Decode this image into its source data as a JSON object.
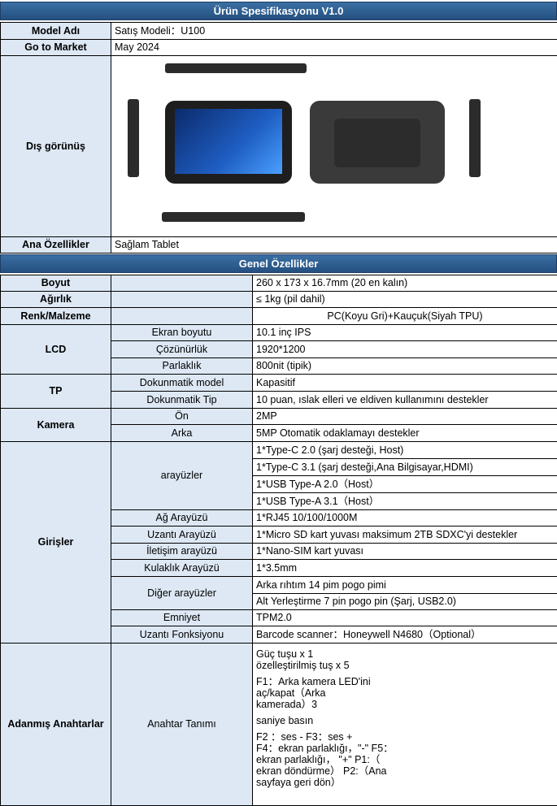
{
  "header": {
    "title": "Ürün Spesifikasyonu V1.0"
  },
  "top_rows": [
    {
      "label": "Model Adı",
      "value": "Satış Modeli：U100"
    },
    {
      "label": "Go to Market",
      "value": "May 2024"
    }
  ],
  "appearance": {
    "label": "Dış görünüş"
  },
  "main_features": {
    "label": "Ana Özellikler",
    "value": "Sağlam Tablet"
  },
  "general": {
    "title": "Genel Özellikler"
  },
  "rows": {
    "size": {
      "label": "Boyut",
      "value": "260 x 173 x 16.7mm (20 en kalın)"
    },
    "weight": {
      "label": "Ağırlık",
      "value": "≤ 1kg (pil dahil)"
    },
    "color": {
      "label": "Renk/Malzeme",
      "value": "PC(Koyu Gri)+Kauçuk(Siyah TPU)"
    },
    "lcd": {
      "label": "LCD",
      "items": [
        {
          "sub": "Ekran boyutu",
          "value": "10.1 inç IPS"
        },
        {
          "sub": "Çözünürlük",
          "value": "1920*1200"
        },
        {
          "sub": "Parlaklık",
          "value": "800nit (tipik)"
        }
      ]
    },
    "tp": {
      "label": "TP",
      "items": [
        {
          "sub": "Dokunmatik model",
          "value": "Kapasitif"
        },
        {
          "sub": "Dokunmatik Tip",
          "value": "10 puan, ıslak elleri ve eldiven kullanımını destekler"
        }
      ]
    },
    "camera": {
      "label": "Kamera",
      "items": [
        {
          "sub": "Ön",
          "value": "2MP"
        },
        {
          "sub": "Arka",
          "value": "5MP Otomatik odaklamayı destekler"
        }
      ]
    },
    "io": {
      "label": "Girişler",
      "interfaces_sub": "arayüzler",
      "interfaces": [
        "1*Type-C 2.0 (şarj desteği, Host)",
        "1*Type-C 3.1 (şarj desteği,Ana Bilgisayar,HDMI)",
        "1*USB Type-A 2.0（Host）",
        "1*USB Type-A 3.1（Host）"
      ],
      "network": {
        "sub": "Ağ Arayüzü",
        "value": "1*RJ45 10/100/1000M"
      },
      "extension": {
        "sub": "Uzantı Arayüzü",
        "value": "1*Micro SD kart yuvası maksimum 2TB SDXC'yi destekler"
      },
      "comm": {
        "sub": "İletişim arayüzü",
        "value": "1*Nano-SIM kart yuvası"
      },
      "headphone": {
        "sub": "Kulaklık Arayüzü",
        "value": "1*3.5mm"
      },
      "other_sub": "Diğer arayüzler",
      "other": [
        "Arka rıhtım 14 pim pogo pimi",
        "Alt Yerleştirme 7 pin pogo pin (Şarj, USB2.0)"
      ]
    },
    "security": {
      "sub": "Emniyet",
      "value": "TPM2.0"
    },
    "ext_func": {
      "sub": "Uzantı Fonksiyonu",
      "value": "Barcode scanner：Honeywell N4680（Optional）"
    },
    "keys": {
      "label": "Adanmış Anahtarlar",
      "sub": "Anahtar Tanımı",
      "lines": [
        "Güç tuşu x 1",
        "özelleştirilmiş tuş x 5",
        "",
        "F1：Arka kamera LED'ini",
        "aç/kapat（Arka",
        "kamerada）3",
        "",
        "saniye basın",
        "",
        "F2 ：ses - F3：ses +",
        "F4：ekran parlaklığı，\"-\"  F5：",
        "ekran parlaklığı，  \"+\"  P1:（",
        "ekran döndürme） P2:（Ana",
        "sayfaya geri dön）"
      ]
    }
  }
}
